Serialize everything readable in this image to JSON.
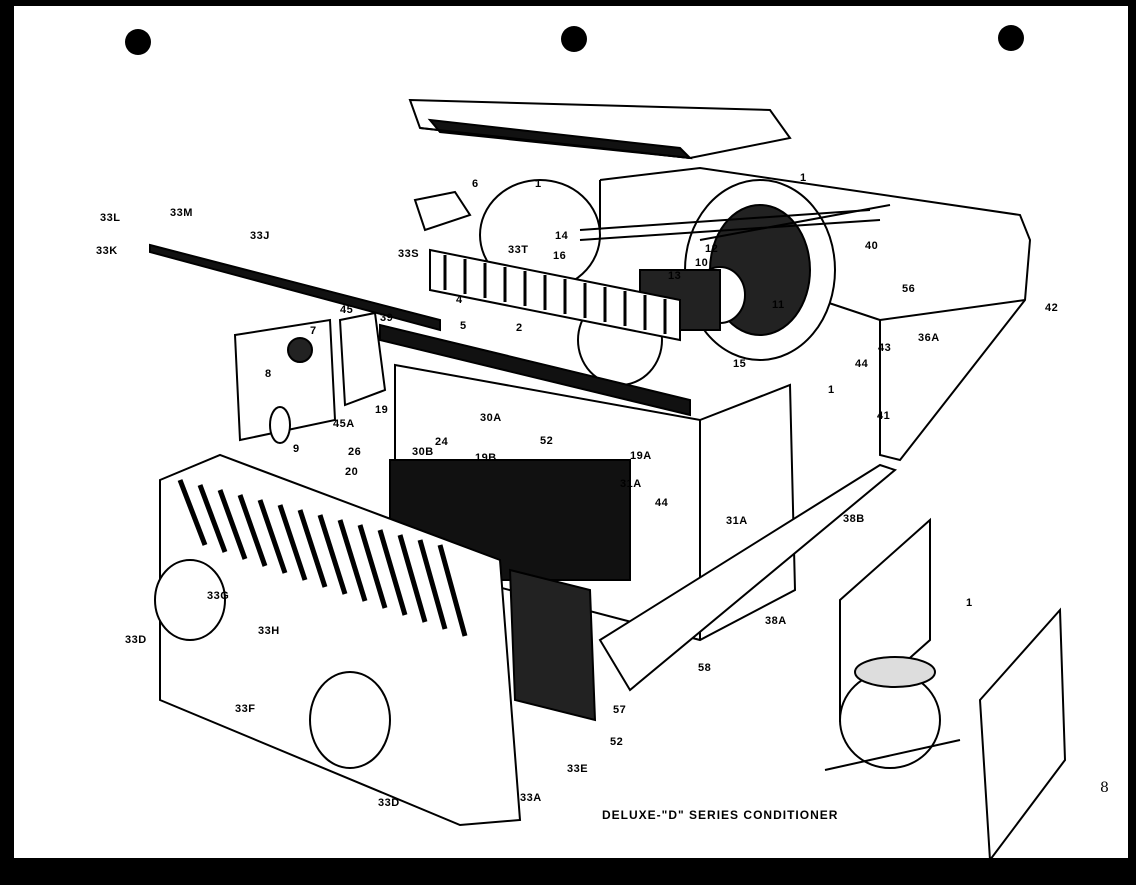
{
  "caption": "DELUXE-\"D\" SERIES CONDITIONER",
  "page_number": "8",
  "part_labels": [
    "33L",
    "33M",
    "33J",
    "33K",
    "33S",
    "33T",
    "14",
    "16",
    "6",
    "1",
    "12",
    "10",
    "13",
    "11",
    "40",
    "42",
    "56",
    "36A",
    "43",
    "44",
    "4",
    "5",
    "2",
    "45",
    "39",
    "7",
    "8",
    "45A",
    "9",
    "19",
    "30A",
    "52",
    "19A",
    "26",
    "19B",
    "30B",
    "20",
    "24",
    "31A",
    "38B",
    "38A",
    "58",
    "57",
    "33G",
    "33H",
    "33D",
    "33F",
    "33E",
    "33A",
    "41",
    "15"
  ]
}
